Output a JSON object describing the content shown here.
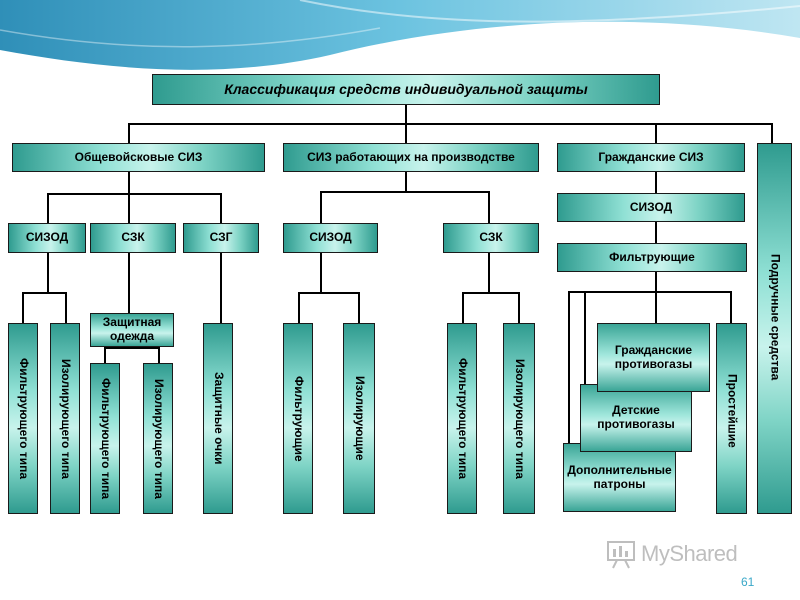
{
  "title": "Классификация средств индивидуальной защиты",
  "level1": {
    "military": "Общевойсковые СИЗ",
    "industrial": "СИЗ работающих на производстве",
    "civil": "Гражданские СИЗ",
    "improvised": "Подручные средства"
  },
  "military": {
    "sizod": "СИЗОД",
    "szk": "СЗК",
    "szg": "СЗГ",
    "sizod_filter": "Фильтрующего типа",
    "sizod_isolate": "Изолирующего типа",
    "protective_clothing": "Защитная одежда",
    "clothing_filter": "Фильтрующего типа",
    "clothing_isolate": "Изолирующего типа",
    "goggles": "Защитные очки"
  },
  "industrial": {
    "sizod": "СИЗОД",
    "szk": "СЗК",
    "sizod_filter": "Фильтрующие",
    "sizod_isolate": "Изолирующие",
    "szk_filter": "Фильтрующего типа",
    "szk_isolate": "Изолирующего типа"
  },
  "civil": {
    "sizod": "СИЗОД",
    "filtering": "Фильтрующие",
    "civil_gasmasks": "Гражданские противогазы",
    "child_gasmasks": "Детские противогазы",
    "extra_cartridges": "Дополнительные патроны",
    "simplest": "Простейшие"
  },
  "footer": {
    "logo_text": "MyShared",
    "page_number": "61"
  },
  "colors": {
    "box_mid": "#c8f3ec",
    "box_edge": "#2f9b8f",
    "banner_blue": "#3aa8c8",
    "line": "#000000"
  }
}
